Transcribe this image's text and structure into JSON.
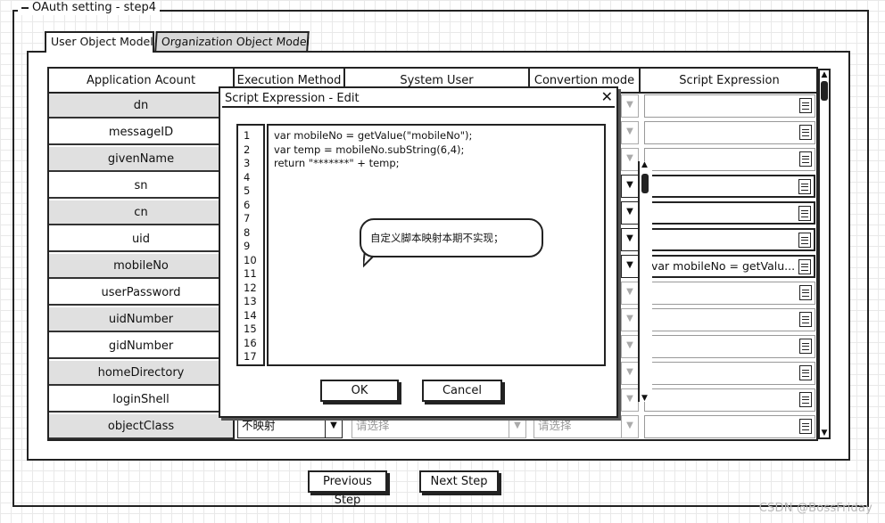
{
  "frame": {
    "title": "OAuth setting - step4"
  },
  "tabs": [
    {
      "label": "User Object Model",
      "active": true
    },
    {
      "label": "Organization Object Model",
      "active": false
    }
  ],
  "table": {
    "headers": [
      "Application Acount",
      "Execution Method",
      "System User",
      "Convertion mode",
      "Script Expression"
    ],
    "rows": [
      {
        "name": "dn",
        "alt": true
      },
      {
        "name": "messageID",
        "alt": false
      },
      {
        "name": "givenName",
        "alt": true
      },
      {
        "name": "sn",
        "alt": false
      },
      {
        "name": "cn",
        "alt": true
      },
      {
        "name": "uid",
        "alt": false
      },
      {
        "name": "mobileNo",
        "alt": true,
        "script": "var mobileNo = getValu..."
      },
      {
        "name": "userPassword",
        "alt": false
      },
      {
        "name": "uidNumber",
        "alt": true
      },
      {
        "name": "gidNumber",
        "alt": false
      },
      {
        "name": "homeDirectory",
        "alt": true
      },
      {
        "name": "loginShell",
        "alt": false
      },
      {
        "name": "objectClass",
        "alt": true
      }
    ],
    "last_row_execution": "不映射",
    "last_row_system_user_placeholder": "请选择",
    "last_row_convertion_placeholder": "请选择"
  },
  "modal": {
    "title": "Script Expression - Edit",
    "close_glyph": "✕",
    "line_numbers": [
      "1",
      "2",
      "3",
      "4",
      "5",
      "6",
      "7",
      "8",
      "9",
      "10",
      "11",
      "12",
      "13",
      "14",
      "15",
      "16",
      "17"
    ],
    "code_lines": [
      "var mobileNo = getValue(\"mobileNo\");",
      "var temp = mobileNo.subString(6,4);",
      "return \"*******\" + temp;"
    ],
    "note": "自定义脚本映射本期不实现；",
    "ok_label": "OK",
    "cancel_label": "Cancel"
  },
  "footer": {
    "prev_label": "Previous Step",
    "next_label": "Next Step"
  },
  "watermark": "CSDN @BossFriday",
  "icons": {
    "dropdown": "chevron-down-icon",
    "script": "document-icon",
    "scroll_up": "arrow-up-icon",
    "scroll_down": "arrow-down-icon"
  }
}
